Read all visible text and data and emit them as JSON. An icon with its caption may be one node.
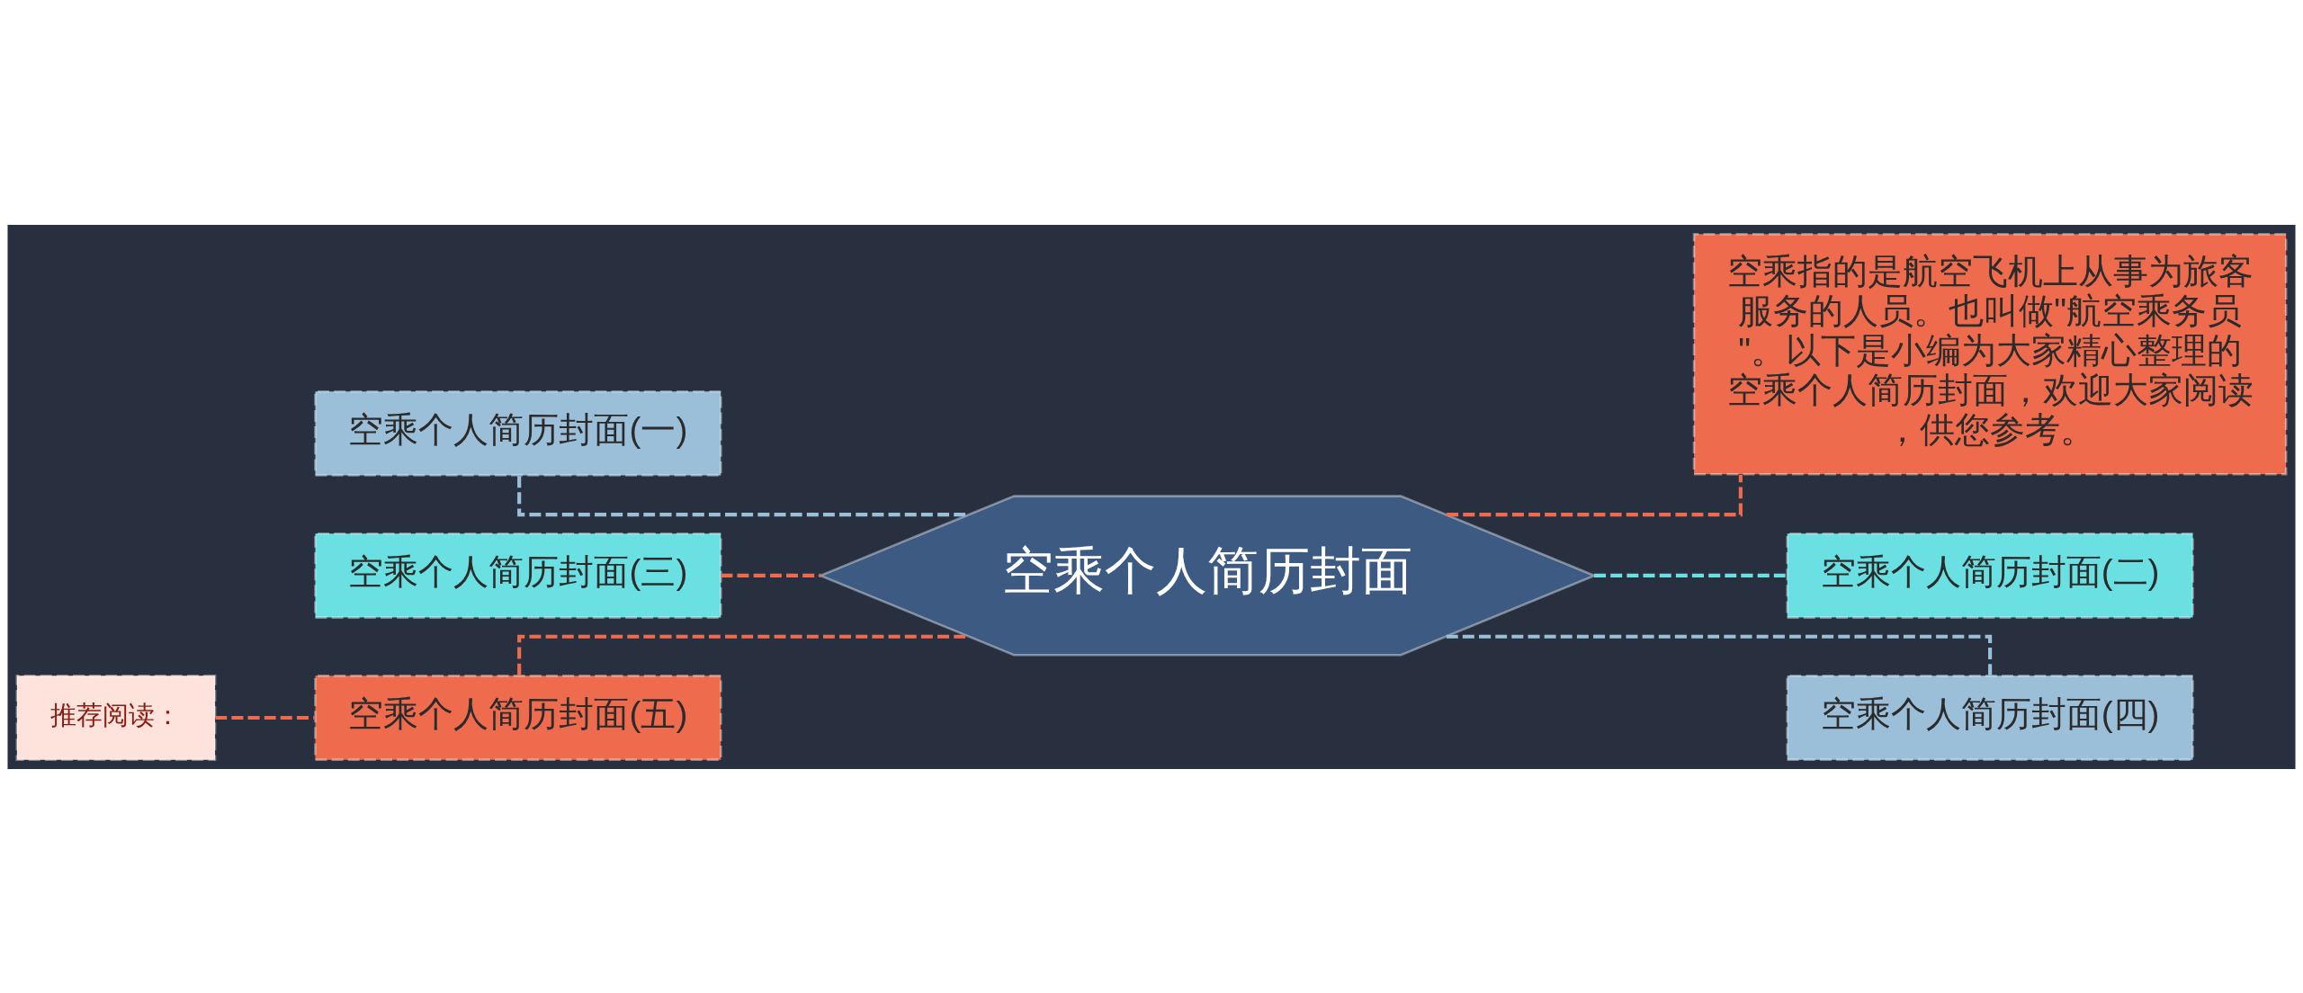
{
  "diagram": {
    "nodes": [
      {
        "text": [
          "空乘个人简历封面"
        ]
      },
      {
        "text": [
          "空乘个人简历封面(一)"
        ]
      },
      {
        "text": [
          "空乘个人简历封面(三)"
        ]
      },
      {
        "text": [
          "空乘个人简历封面(五)"
        ]
      },
      {
        "text": [
          "推荐阅读："
        ]
      },
      {
        "text": [
          "空乘指的是航空飞机上从事为旅客服务的人员。也叫做\"航空乘务员\"。以下是小编为大家精心整理的空乘个人简历封面，欢迎大家阅读，供您参考。"
        ]
      },
      {
        "text": [
          "空乘个人简历封面(二)"
        ]
      },
      {
        "text": [
          "空乘个人简历封面(四)"
        ]
      }
    ],
    "edges": [
      {
        "from": 0,
        "to": 1,
        "arrow": "none",
        "style": "dashed",
        "color": "#9bbfd8"
      },
      {
        "from": 0,
        "to": 2,
        "arrow": "none",
        "style": "dashed",
        "color": "#ee6c4d"
      },
      {
        "from": 0,
        "to": 3,
        "arrow": "none",
        "style": "dashed",
        "color": "#ee6c4d"
      },
      {
        "from": 3,
        "to": 4,
        "arrow": "none",
        "style": "dashed",
        "color": "#ee6c4d"
      },
      {
        "from": 0,
        "to": 5,
        "arrow": "none",
        "style": "dashed",
        "color": "#ee6c4d"
      },
      {
        "from": 0,
        "to": 6,
        "arrow": "none",
        "style": "dashed",
        "color": "#6be0e3"
      },
      {
        "from": 0,
        "to": 7,
        "arrow": "none",
        "style": "dashed",
        "color": "#9bbfd8"
      }
    ]
  }
}
